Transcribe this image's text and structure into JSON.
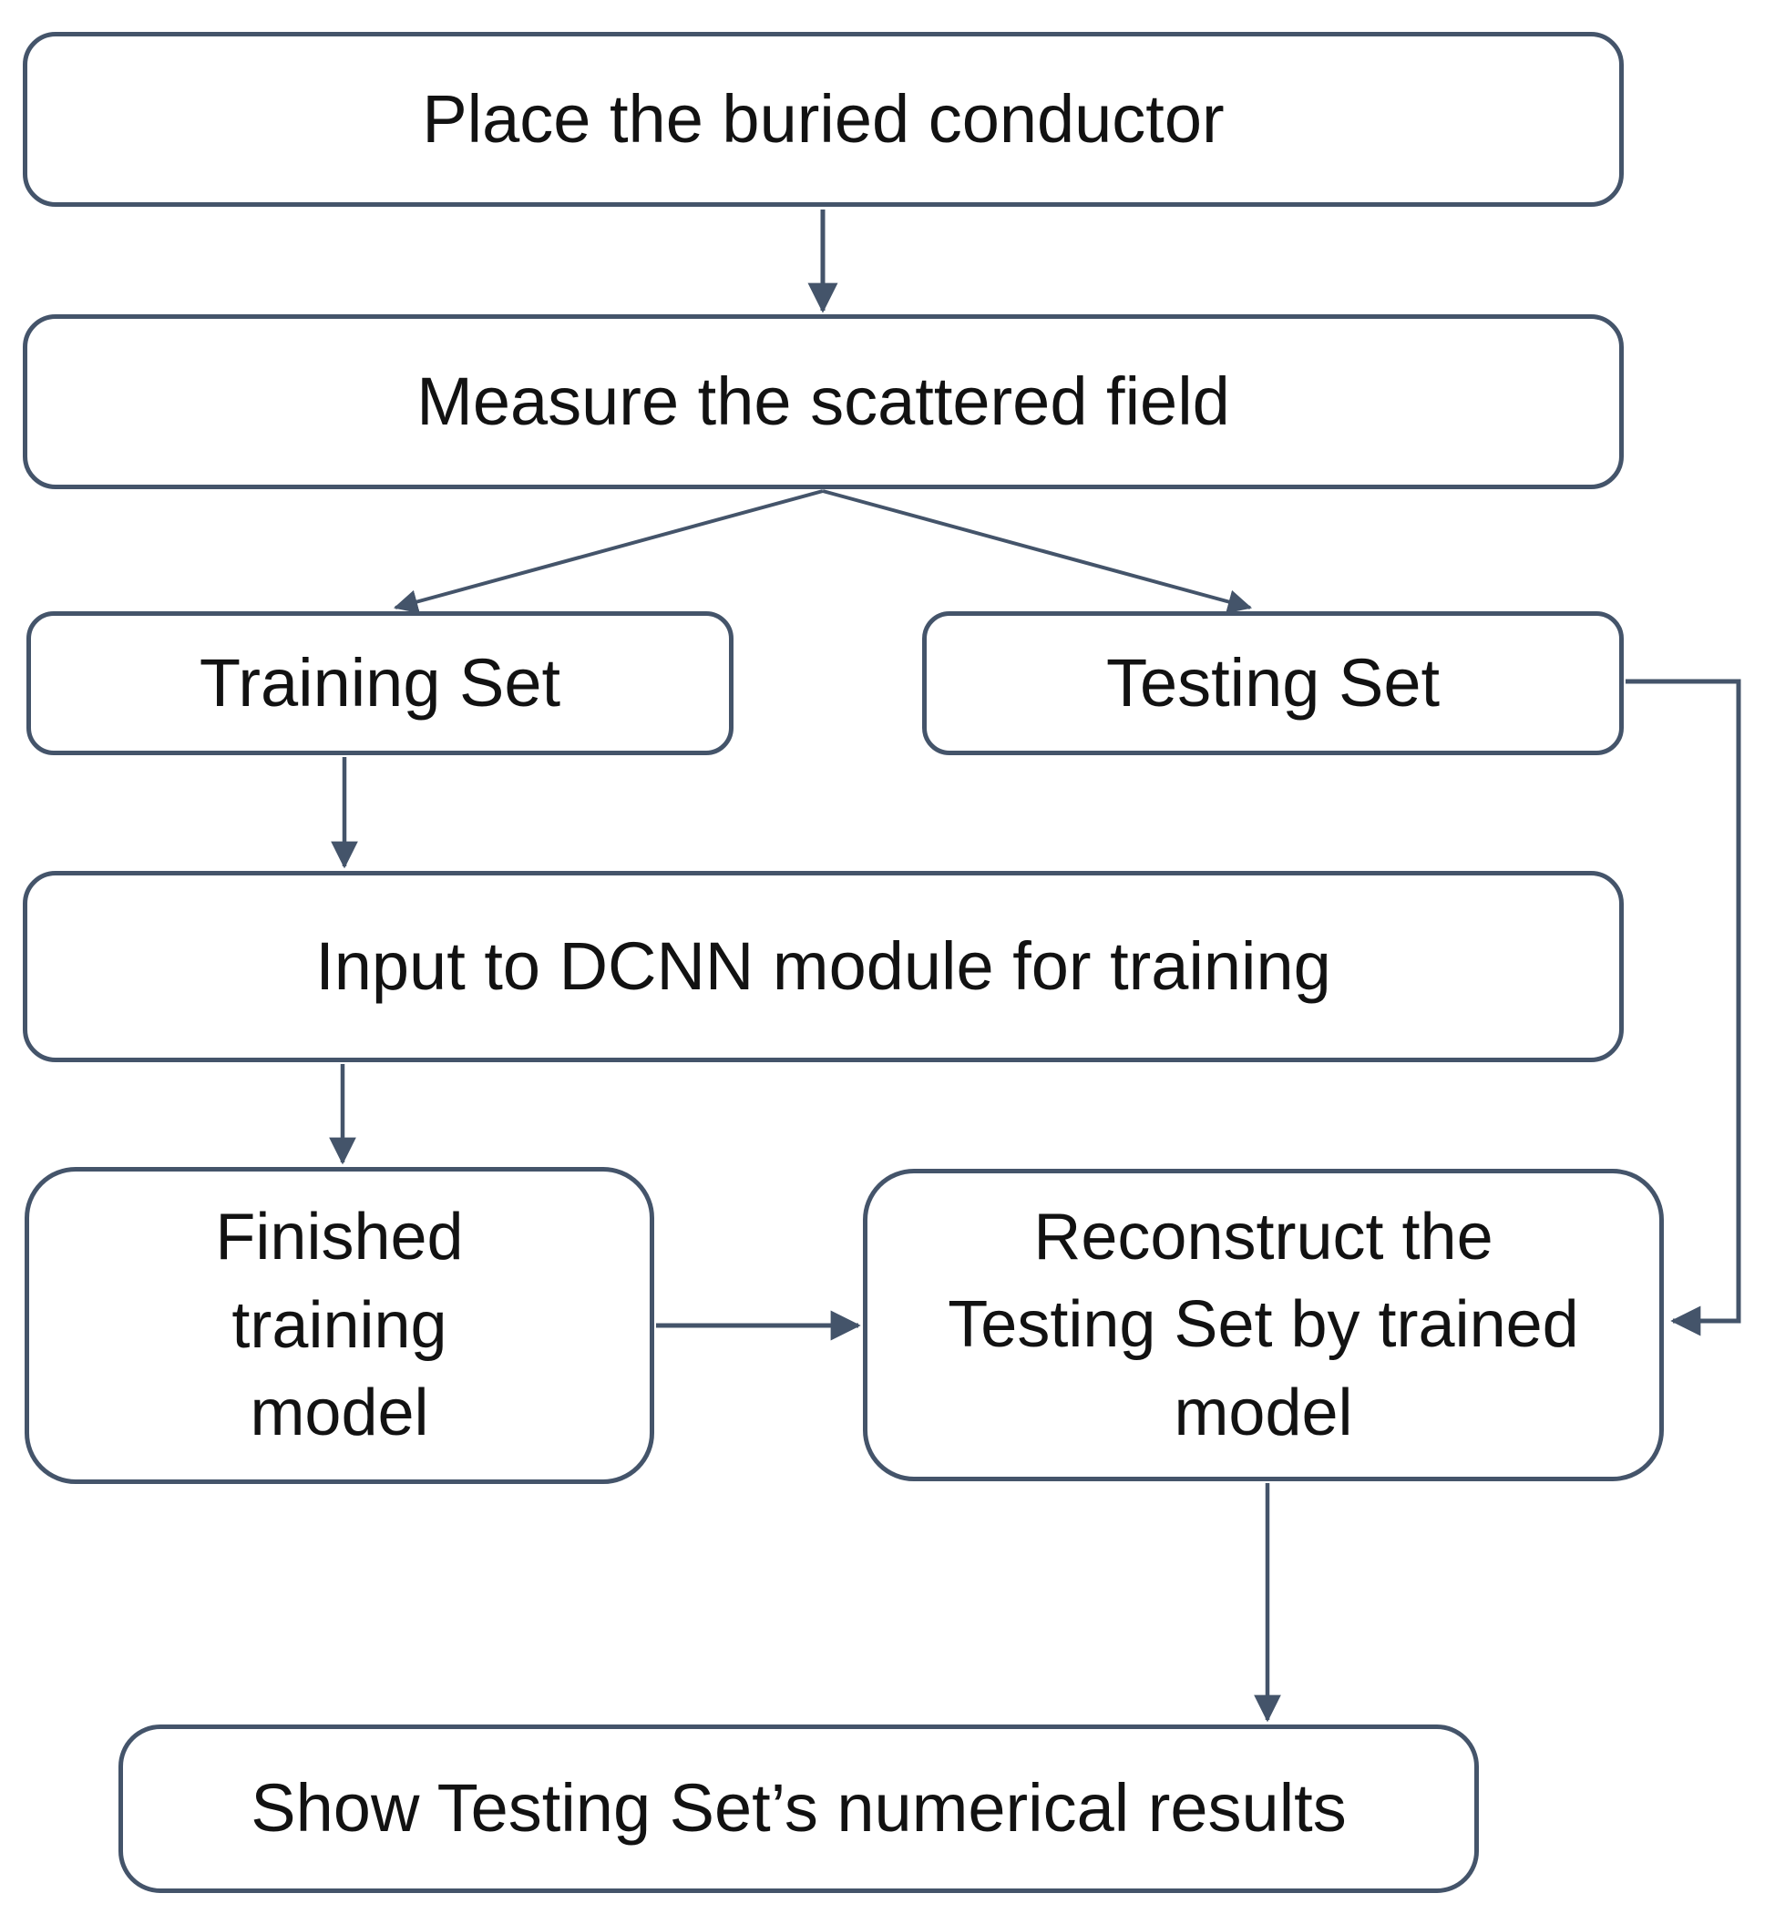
{
  "diagram": {
    "type": "flowchart",
    "colors": {
      "stroke": "#44546a",
      "text": "#121212",
      "background": "#ffffff"
    },
    "nodes": {
      "place": {
        "label": "Place the buried conductor"
      },
      "measure": {
        "label": "Measure the scattered field"
      },
      "training_set": {
        "label": "Training Set"
      },
      "testing_set": {
        "label": "Testing Set"
      },
      "input_dcnn": {
        "label": "Input to DCNN module for training"
      },
      "finished_model": {
        "label": "Finished training model",
        "lines": [
          "Finished",
          "training",
          "model"
        ]
      },
      "reconstruct": {
        "label": "Reconstruct the Testing Set by trained model",
        "lines": [
          "Reconstruct the",
          "Testing Set by trained",
          "model"
        ]
      },
      "show_results": {
        "label": "Show Testing Set’s numerical results"
      }
    },
    "edges": [
      {
        "from": "place",
        "to": "measure"
      },
      {
        "from": "measure",
        "to": "training_set"
      },
      {
        "from": "measure",
        "to": "testing_set"
      },
      {
        "from": "training_set",
        "to": "input_dcnn"
      },
      {
        "from": "input_dcnn",
        "to": "finished_model"
      },
      {
        "from": "finished_model",
        "to": "reconstruct"
      },
      {
        "from": "testing_set",
        "to": "reconstruct"
      },
      {
        "from": "reconstruct",
        "to": "show_results"
      }
    ]
  }
}
